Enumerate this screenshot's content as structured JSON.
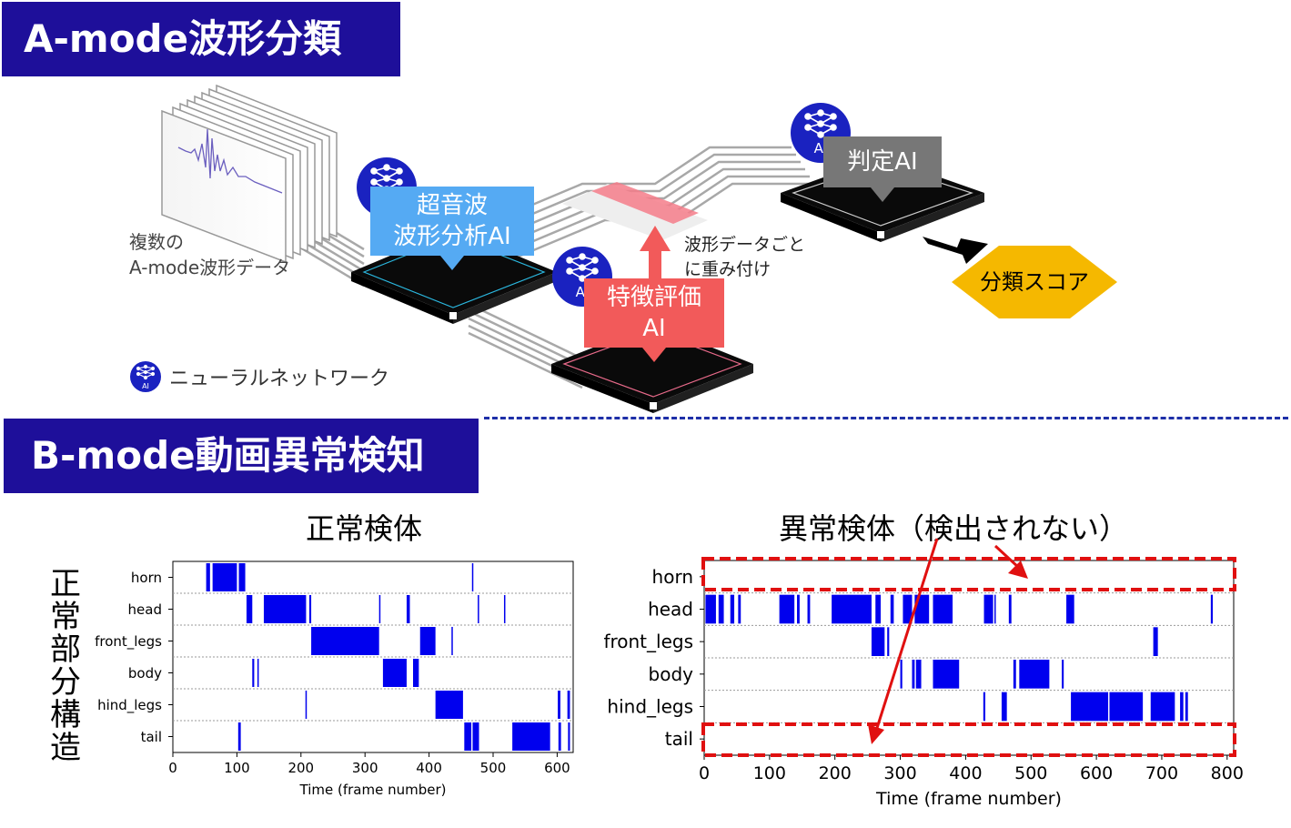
{
  "section_a": {
    "title": "A-mode波形分類",
    "data_label_line1": "複数の",
    "data_label_line2": "A-mode波形データ",
    "analysis_ai_line1": "超音波",
    "analysis_ai_line2": "波形分析AI",
    "feature_ai_line1": "特徴評価",
    "feature_ai_line2": "AI",
    "judge_ai": "判定AI",
    "weight_label_line1": "波形データごと",
    "weight_label_line2": "に重み付け",
    "score_label": "分類スコア",
    "legend_label": "ニューラルネットワーク",
    "ai_badge": "AI"
  },
  "section_b": {
    "title": "B-mode動画異常検知",
    "normal_title": "正常検体",
    "abnormal_title": "異常検体（検出されない）",
    "vertical_label": [
      "正",
      "常",
      "部",
      "分",
      "構",
      "造"
    ]
  },
  "colors": {
    "header_bg": "#1e0f9a",
    "analysis_ai": "#55aaf3",
    "feature_ai": "#f25a5a",
    "judge_ai": "#777777",
    "score": "#f5b800",
    "badge": "#1a22c0",
    "event_bar": "#0000ee",
    "highlight": "#e01010",
    "divider": "#1e2fa8"
  },
  "chart_data": [
    {
      "type": "timeline",
      "title": "正常検体",
      "xlabel": "Time (frame number)",
      "categories": [
        "horn",
        "head",
        "front_legs",
        "body",
        "hind_legs",
        "tail"
      ],
      "xlim": [
        0,
        625
      ],
      "xticks": [
        0,
        100,
        200,
        300,
        400,
        500,
        600
      ],
      "series": [
        {
          "name": "horn",
          "segments": [
            [
              52,
              58
            ],
            [
              62,
              100
            ],
            [
              103,
              113
            ],
            [
              467,
              469
            ]
          ]
        },
        {
          "name": "head",
          "segments": [
            [
              115,
              124
            ],
            [
              142,
              208
            ],
            [
              213,
              216
            ],
            [
              322,
              324
            ],
            [
              365,
              370
            ],
            [
              476,
              478
            ],
            [
              517,
              519
            ]
          ]
        },
        {
          "name": "front_legs",
          "segments": [
            [
              216,
              322
            ],
            [
              386,
              410
            ],
            [
              435,
              437
            ]
          ]
        },
        {
          "name": "body",
          "segments": [
            [
              124,
              127
            ],
            [
              132,
              134
            ],
            [
              328,
              365
            ],
            [
              375,
              384
            ]
          ]
        },
        {
          "name": "hind_legs",
          "segments": [
            [
              207,
              209
            ],
            [
              410,
              453
            ],
            [
              601,
              605
            ],
            [
              616,
              620
            ]
          ]
        },
        {
          "name": "tail",
          "segments": [
            [
              102,
              106
            ],
            [
              455,
              466
            ],
            [
              468,
              478
            ],
            [
              530,
              589
            ],
            [
              602,
              606
            ],
            [
              617,
              620
            ]
          ]
        }
      ]
    },
    {
      "type": "timeline",
      "title": "異常検体（検出されない）",
      "xlabel": "Time (frame number)",
      "categories": [
        "horn",
        "head",
        "front_legs",
        "body",
        "hind_legs",
        "tail"
      ],
      "xlim": [
        0,
        810
      ],
      "xticks": [
        0,
        100,
        200,
        300,
        400,
        500,
        600,
        700,
        800
      ],
      "series": [
        {
          "name": "horn",
          "segments": []
        },
        {
          "name": "head",
          "segments": [
            [
              2,
              18
            ],
            [
              22,
              30
            ],
            [
              40,
              46
            ],
            [
              52,
              56
            ],
            [
              115,
              138
            ],
            [
              142,
              146
            ],
            [
              158,
              162
            ],
            [
              195,
              256
            ],
            [
              262,
              270
            ],
            [
              285,
              290
            ],
            [
              304,
              318
            ],
            [
              322,
              344
            ],
            [
              350,
              380
            ],
            [
              428,
              442
            ],
            [
              444,
              446
            ],
            [
              466,
              470
            ],
            [
              554,
              566
            ],
            [
              775,
              778
            ]
          ]
        },
        {
          "name": "front_legs",
          "segments": [
            [
              256,
              276
            ],
            [
              280,
              283
            ],
            [
              687,
              694
            ]
          ]
        },
        {
          "name": "body",
          "segments": [
            [
              300,
              303
            ],
            [
              318,
              322
            ],
            [
              324,
              332
            ],
            [
              350,
              390
            ],
            [
              473,
              477
            ],
            [
              482,
              528
            ],
            [
              547,
              550
            ]
          ]
        },
        {
          "name": "hind_legs",
          "segments": [
            [
              427,
              430
            ],
            [
              455,
              463
            ],
            [
              561,
              618
            ],
            [
              620,
              671
            ],
            [
              683,
              720
            ],
            [
              728,
              733
            ],
            [
              736,
              740
            ]
          ]
        },
        {
          "name": "tail",
          "segments": []
        }
      ]
    }
  ]
}
